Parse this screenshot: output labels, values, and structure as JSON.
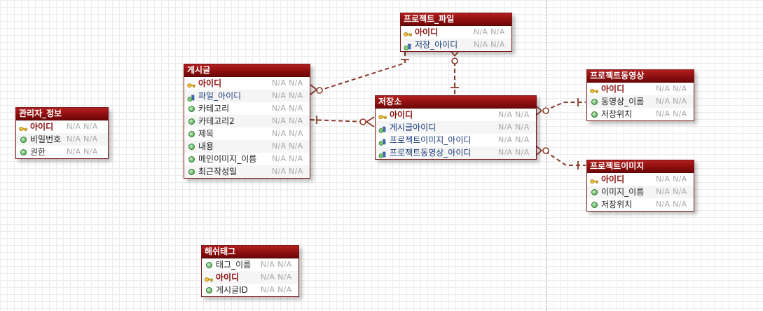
{
  "diagram": {
    "entities": [
      {
        "id": "admin",
        "title": "관리자_정보",
        "type_col": 72,
        "attrs": [
          {
            "name": "아이디",
            "kind": "pk",
            "type": "N/A N/A"
          },
          {
            "name": "비밀번호",
            "kind": "attr",
            "type": "N/A N/A"
          },
          {
            "name": "권한",
            "kind": "attr",
            "type": "N/A N/A"
          }
        ]
      },
      {
        "id": "post",
        "title": "게시글",
        "type_col": 125,
        "attrs": [
          {
            "name": "아이디",
            "kind": "pk",
            "type": "N/A N/A"
          },
          {
            "name": "파일_아이디",
            "kind": "fk",
            "type": "N/A N/A"
          },
          {
            "name": "카테고리",
            "kind": "attr",
            "type": "N/A N/A"
          },
          {
            "name": "카테고리2",
            "kind": "attr",
            "type": "N/A N/A"
          },
          {
            "name": "제목",
            "kind": "attr",
            "type": "N/A N/A"
          },
          {
            "name": "내용",
            "kind": "attr",
            "type": "N/A N/A"
          },
          {
            "name": "메인이미지_이름",
            "kind": "attr",
            "type": "N/A N/A"
          },
          {
            "name": "최근작성일",
            "kind": "attr",
            "type": "N/A N/A"
          }
        ]
      },
      {
        "id": "hashtag",
        "title": "해쉬태그",
        "type_col": 84,
        "attrs": [
          {
            "name": "태그_이름",
            "kind": "attr",
            "type": "N/A N/A"
          },
          {
            "name": "아이디",
            "kind": "pk",
            "type": "N/A N/A"
          },
          {
            "name": "게시글ID",
            "kind": "attr",
            "type": "N/A N/A"
          }
        ]
      },
      {
        "id": "project_file",
        "title": "프로젝트_파일",
        "type_col": 104,
        "attrs": [
          {
            "name": "아이디",
            "kind": "pk",
            "type": "N/A N/A"
          },
          {
            "name": "저장_아이디",
            "kind": "fk",
            "type": "N/A N/A"
          }
        ]
      },
      {
        "id": "storage",
        "title": "저장소",
        "type_col": 175,
        "attrs": [
          {
            "name": "아이디",
            "kind": "pk",
            "type": "N/A N/A"
          },
          {
            "name": "게시글아이디",
            "kind": "fk",
            "type": "N/A N/A"
          },
          {
            "name": "프로젝트이미지_아이디",
            "kind": "fk",
            "type": "N/A N/A"
          },
          {
            "name": "프로젝트동영상_아이디",
            "kind": "fk",
            "type": "N/A N/A"
          }
        ]
      },
      {
        "id": "project_video",
        "title": "프로젝트동영상",
        "type_col": 98,
        "attrs": [
          {
            "name": "아이디",
            "kind": "pk",
            "type": "N/A N/A"
          },
          {
            "name": "동영상_이름",
            "kind": "attr",
            "type": "N/A N/A"
          },
          {
            "name": "저장위치",
            "kind": "attr",
            "type": "N/A N/A"
          }
        ]
      },
      {
        "id": "project_image",
        "title": "프로젝트이미지",
        "type_col": 98,
        "attrs": [
          {
            "name": "아이디",
            "kind": "pk",
            "type": "N/A N/A"
          },
          {
            "name": "이미지_이름",
            "kind": "attr",
            "type": "N/A N/A"
          },
          {
            "name": "저장위치",
            "kind": "attr",
            "type": "N/A N/A"
          }
        ]
      }
    ],
    "relationships": [
      {
        "from": "post",
        "to": "storage"
      },
      {
        "from": "project_file",
        "to": "post"
      },
      {
        "from": "storage",
        "to": "project_file"
      },
      {
        "from": "project_video",
        "to": "storage"
      },
      {
        "from": "project_image",
        "to": "storage"
      }
    ],
    "colors": {
      "header": "#8e0f0f",
      "line": "#8b3a2a",
      "pk_text": "#8a0d0d",
      "fk_text": "#1a3a7a"
    }
  }
}
